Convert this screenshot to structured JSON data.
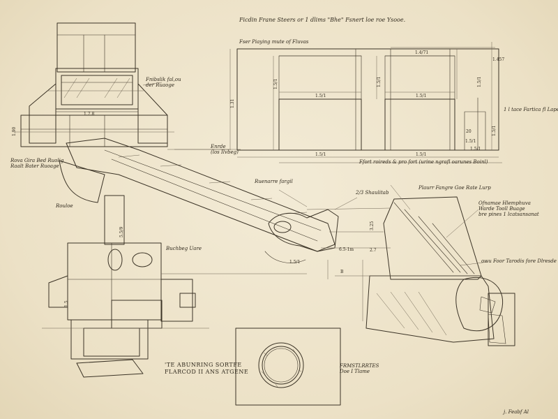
{
  "title": "Ficdin Frane Steers or 1 dlims \"Bhe\" Fsnert loe roe Ysooe.",
  "front_elevation": {
    "caption": "Fser Piaying mute of Fluvas",
    "dim_top": "1.4/71",
    "dim_top_left": "1.457",
    "dim_mid_left": "1.5/1",
    "dim_mid_right": "1.5/1",
    "dim_left_height": "1.5/1",
    "dim_left_outer": "1.31",
    "dim_mid_height": "1.5/1",
    "dim_right_height": "1.5/1",
    "dim_bottom_left": "1.5/1",
    "dim_bottom_right": "1.5/1",
    "dim_small_1": "20",
    "dim_small_2": "1.5/1",
    "dim_small_3": "1.5/1",
    "dim_right_small": "1.5/1",
    "label_right": "1 l tace Fartica fl Lape",
    "label_bottom": "Ffort roireds & pro fort (urine ngrafl oarunes Boinl)",
    "label_left": "Enrde\n(los Ilvbeg)"
  },
  "side_view": {
    "label_top_right": "Fnibslik fal,ou\nder Ruaoge",
    "label_left": "Rova Gira Bed Ruolig\nRaalt Bater Ruoage",
    "label_mid": "Rouloe",
    "label_cabin": "Buchbeg Uare",
    "dim_left": "1.90",
    "dim_cab": "1.7.8",
    "dim_arm": "5.5/9",
    "dim_lower": "1.5"
  },
  "boom": {
    "label_top": "Ruenarre fargil",
    "label_joint": "2/3 Shaulitab",
    "label_right": "Plaurr Fangre Goe Rate Lurp",
    "label_note": "Ofnamae Hlemphuva\nWarde Tooll Buage\nbre pines 1 lcatsansanat",
    "label_bottom_right": "owu Foor Tarodis fore Dlresde",
    "dim_1": "3.25",
    "dim_2": "6.5-1m",
    "dim_3": "2.7",
    "dim_4": "1.5/1",
    "dim_5": "B"
  },
  "bottom": {
    "caption_left": "'TE ABUNRING SORTFE\nFLARCOD II ANS ATGENE",
    "caption_box": "FRMSTLRRTES\nDoe I Tlame",
    "signature": "j. Feabf Al"
  }
}
